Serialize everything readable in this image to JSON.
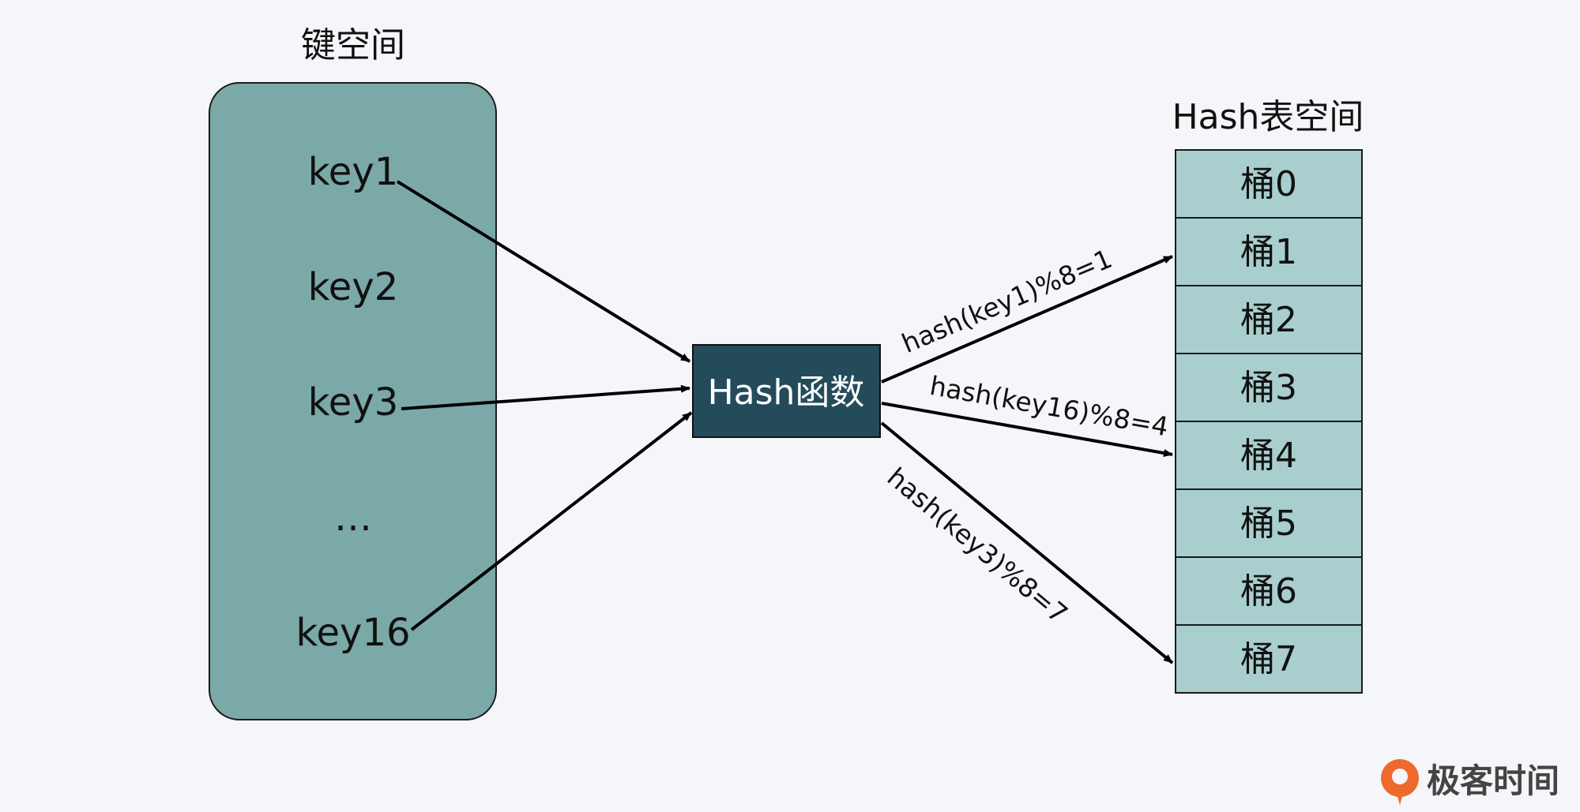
{
  "key_space": {
    "title": "键空间",
    "keys": [
      "key1",
      "key2",
      "key3",
      "…",
      "key16"
    ]
  },
  "hash_function": {
    "label": "Hash函数"
  },
  "hash_table": {
    "title": "Hash表空间",
    "buckets": [
      "桶0",
      "桶1",
      "桶2",
      "桶3",
      "桶4",
      "桶5",
      "桶6",
      "桶7"
    ]
  },
  "mappings": [
    "hash(key1)%8=1",
    "hash(key16)%8=4",
    "hash(key3)%8=7"
  ],
  "brand": {
    "name": "极客时间"
  },
  "colors": {
    "background": "#f4f6f9",
    "key_space_fill": "#7ba9a8",
    "hash_box_fill": "#244b5a",
    "bucket_fill": "#a8cecd",
    "brand_orange": "#ee6a2c"
  }
}
